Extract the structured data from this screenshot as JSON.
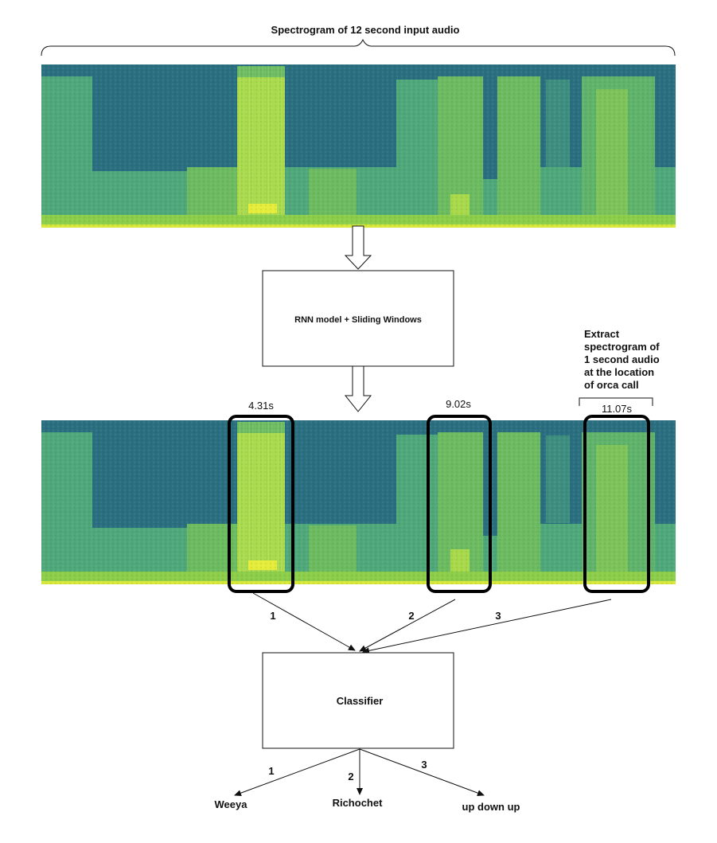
{
  "title": "Spectrogram of 12 second input audio",
  "rnn_box_label": "RNN model + Sliding Windows",
  "extract_note": [
    "Extract",
    "spectrogram of",
    "1 second audio",
    "at the location",
    "of orca call"
  ],
  "detections": [
    {
      "time": "4.31s",
      "index": "1"
    },
    {
      "time": "9.02s",
      "index": "2"
    },
    {
      "time": "11.07s",
      "index": "3"
    }
  ],
  "classifier_label": "Classifier",
  "outputs": [
    {
      "index": "1",
      "label": "Weeya"
    },
    {
      "index": "2",
      "label": "Richochet"
    },
    {
      "index": "3",
      "label": "up down up"
    }
  ],
  "colors": {
    "bg_dark": "#2a6f80",
    "mid_green": "#4ea87a",
    "bright_green": "#8ccd4a",
    "yellow": "#d7e83a"
  }
}
